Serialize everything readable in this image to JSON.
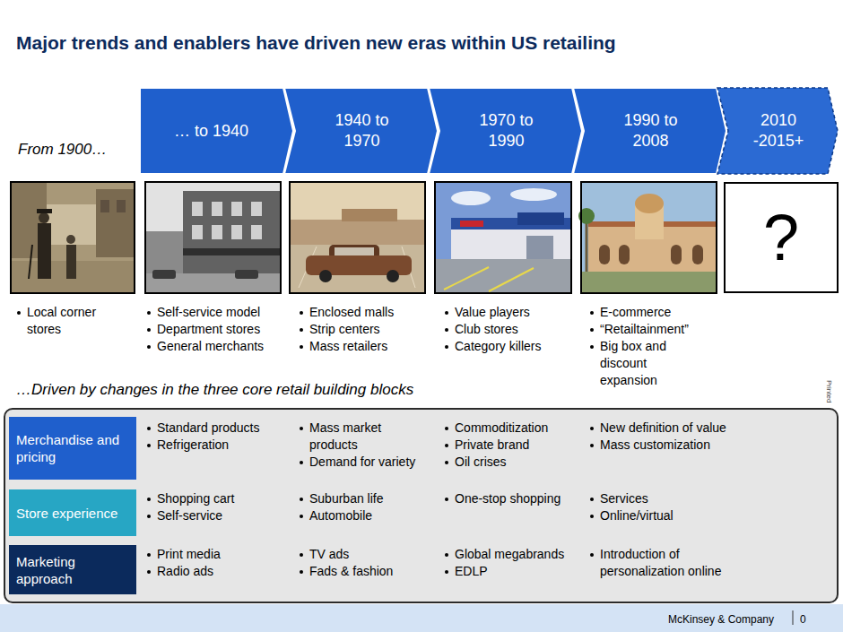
{
  "diagram": {
    "title": "Major trends and enablers have driven new eras within US retailing",
    "nodes": [
      {
        "text": [
          "… to 1940"
        ]
      },
      {
        "text": [
          "1940 to 1970"
        ]
      },
      {
        "text": [
          "1970 to 1990"
        ]
      },
      {
        "text": [
          "1990 to 2008"
        ]
      },
      {
        "text": [
          "2010 -2015+"
        ]
      },
      {
        "text": [
          "?"
        ]
      },
      {
        "text": [
          "…Driven by changes in the three core retail building blocks"
        ]
      },
      {
        "text": [
          "Merchandise and pricing"
        ],
        "in": 6
      },
      {
        "text": [
          "Store experience"
        ],
        "in": 6
      },
      {
        "text": [
          "Marketing approach"
        ],
        "in": 6
      }
    ],
    "labels": [
      "From 1900…",
      "Local corner stores",
      "Self-service model",
      "Department stores",
      "General merchants",
      "Enclosed malls",
      "Strip centers",
      "Mass retailers",
      "Value players",
      "Club stores",
      "Category killers",
      "E-commerce",
      "“Retailtainment”",
      "Big box and discount expansion",
      "Standard products",
      "Refrigeration",
      "Mass market products",
      "Demand for variety",
      "Commoditization",
      "Private brand",
      "Oil crises",
      "New definition of value",
      "Mass customization",
      "Shopping cart",
      "Self-service",
      "Suburban life",
      "Automobile",
      "One-stop shopping",
      "Services",
      "Online/virtual",
      "Print media",
      "Radio ads",
      "TV ads",
      "Fads & fashion",
      "Global megabrands",
      "EDLP",
      "Introduction of personalization online",
      "Printed",
      "McKinsey & Company",
      "0"
    ]
  }
}
